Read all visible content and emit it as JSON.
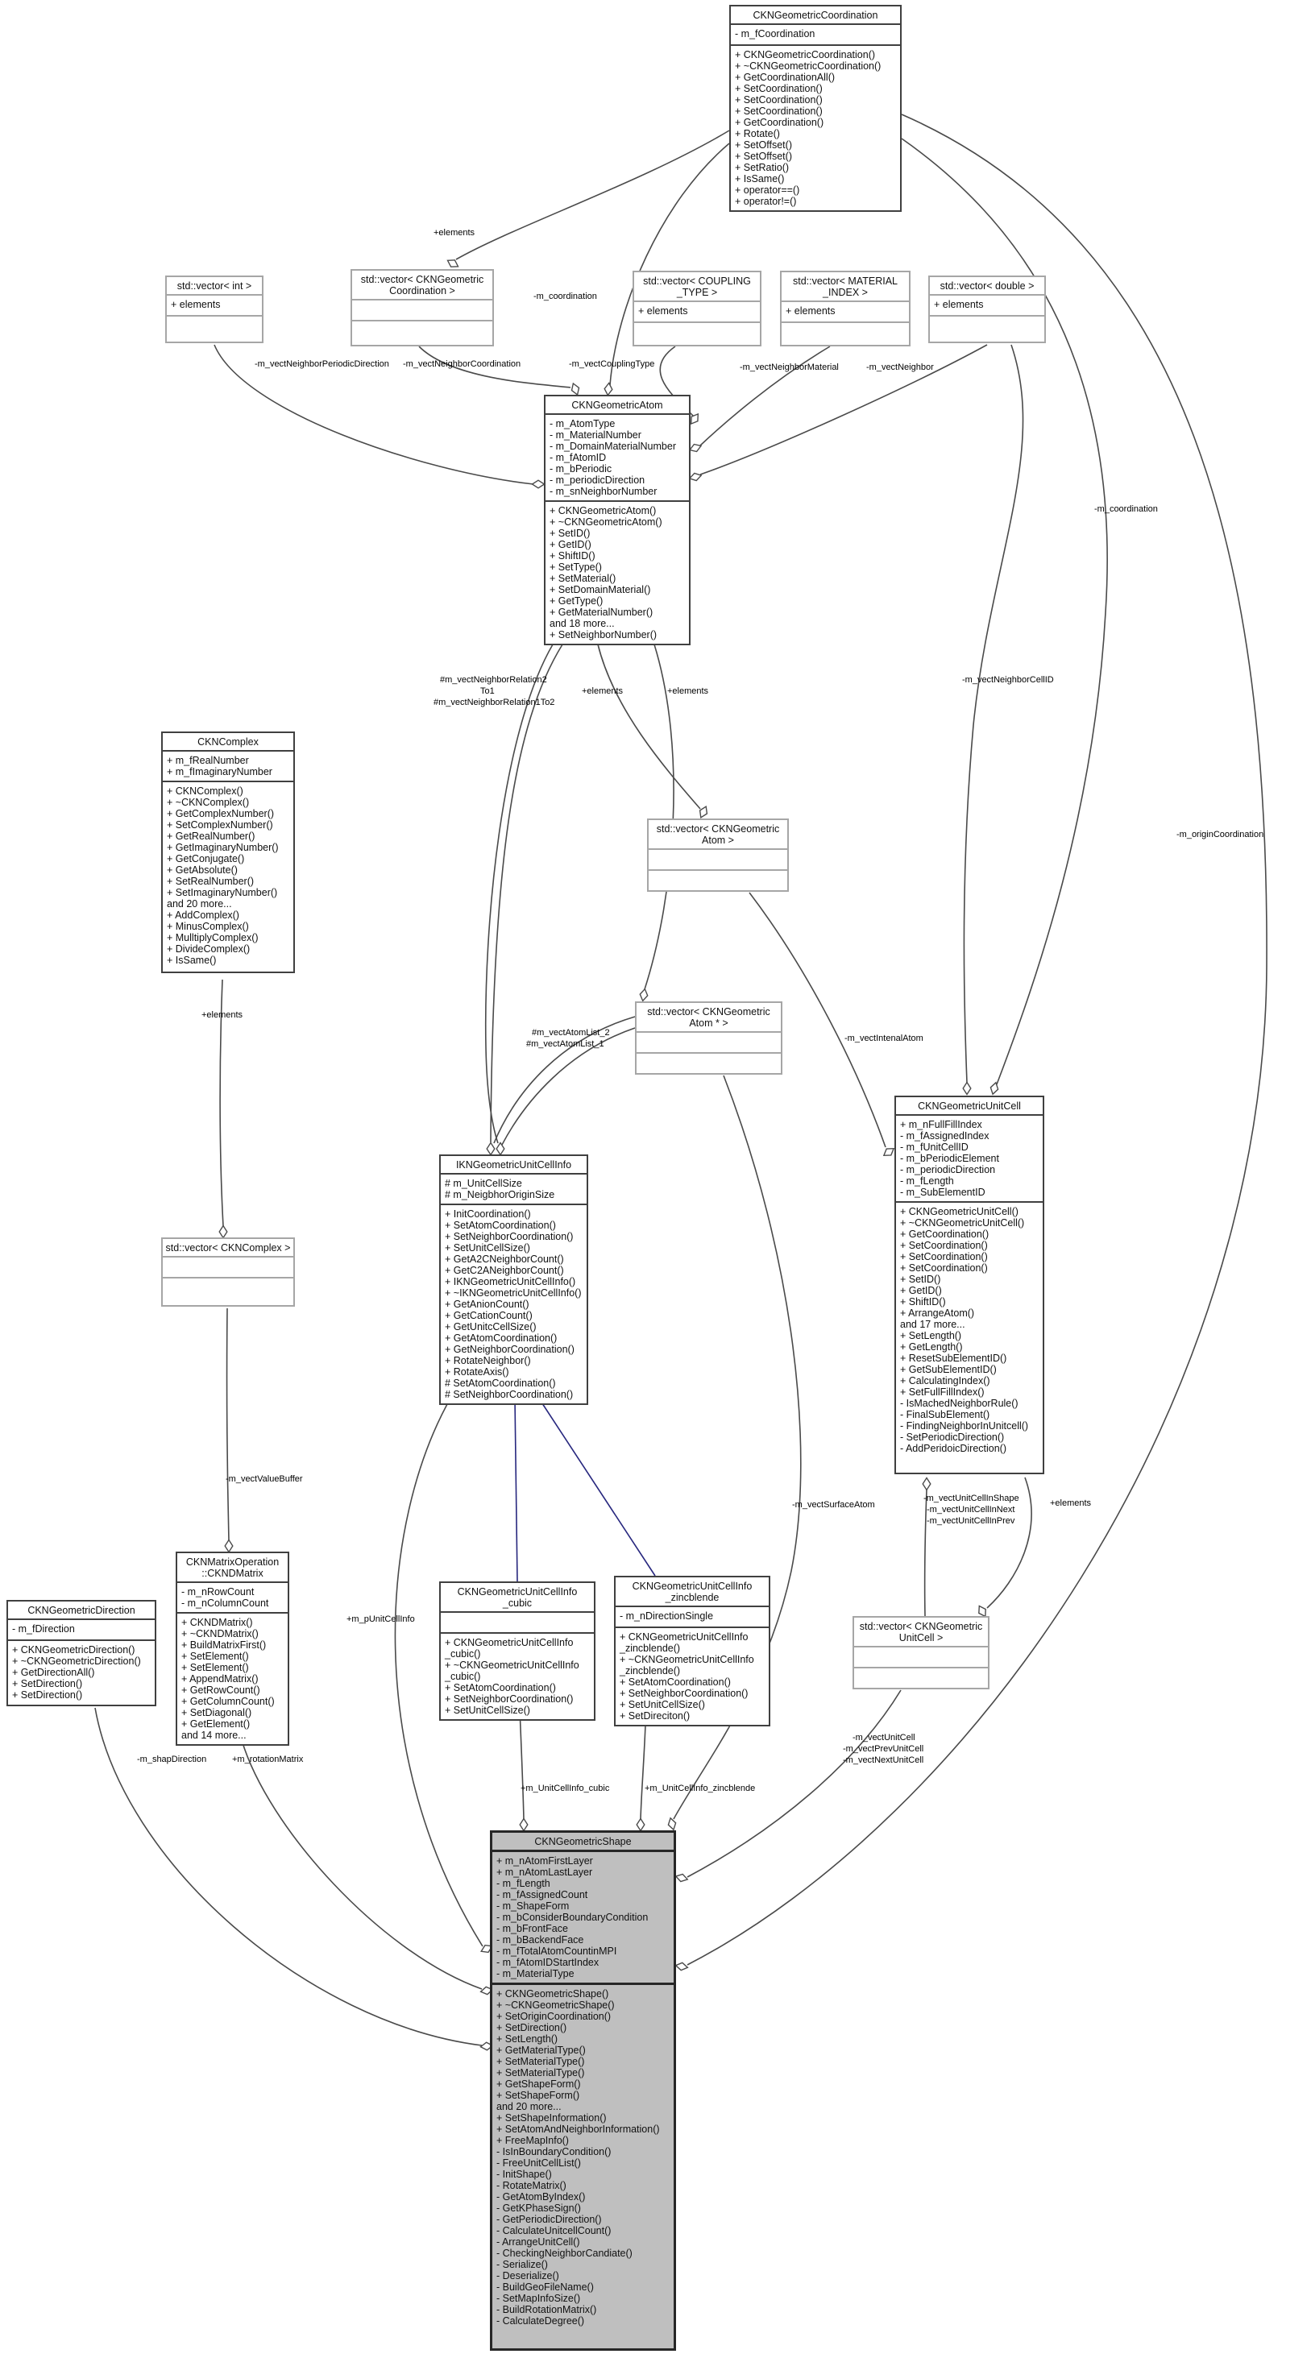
{
  "diagram": {
    "kind": "uml-collaboration-graph",
    "highlighted_class": "CKNGeometricShape"
  },
  "colors": {
    "background": "#ffffff",
    "association_edge": "#4a4a4a",
    "inheritance_edge": "#27277e",
    "class_border": "#404040",
    "template_border": "#a6a6a6",
    "highlight_fill": "#bfbfbf"
  },
  "classes": [
    {
      "id": "coordination",
      "kind": "class",
      "title": [
        "CKNGeometricCoordination"
      ],
      "attributes": [
        "- m_fCoordination"
      ],
      "methods": [
        "+ CKNGeometricCoordination()",
        "+ ~CKNGeometricCoordination()",
        "+ GetCoordinationAll()",
        "+ SetCoordination()",
        "+ SetCoordination()",
        "+ SetCoordination()",
        "+ GetCoordination()",
        "+ Rotate()",
        "+ SetOffset()",
        "+ SetOffset()",
        "+ SetRatio()",
        "+ IsSame()",
        "+ operator==()",
        "+ operator!=()"
      ]
    },
    {
      "id": "vector_int",
      "kind": "template",
      "title": [
        "std::vector< int >"
      ],
      "attributes": [
        "+ elements"
      ],
      "methods": []
    },
    {
      "id": "vector_coordination",
      "kind": "template",
      "title": [
        "std::vector< CKNGeometric",
        "Coordination >"
      ],
      "attributes": [],
      "methods": []
    },
    {
      "id": "vector_coupling",
      "kind": "template",
      "title": [
        "std::vector< COUPLING",
        "_TYPE >"
      ],
      "attributes": [
        "+ elements"
      ],
      "methods": []
    },
    {
      "id": "vector_material",
      "kind": "template",
      "title": [
        "std::vector< MATERIAL",
        "_INDEX >"
      ],
      "attributes": [
        "+ elements"
      ],
      "methods": []
    },
    {
      "id": "vector_double",
      "kind": "template",
      "title": [
        "std::vector< double >"
      ],
      "attributes": [
        "+ elements"
      ],
      "methods": []
    },
    {
      "id": "atom",
      "kind": "class",
      "title": [
        "CKNGeometricAtom"
      ],
      "attributes": [
        "- m_AtomType",
        "- m_MaterialNumber",
        "- m_DomainMaterialNumber",
        "- m_fAtomID",
        "- m_bPeriodic",
        "- m_periodicDirection",
        "- m_snNeighborNumber"
      ],
      "methods": [
        "+ CKNGeometricAtom()",
        "+ ~CKNGeometricAtom()",
        "+ SetID()",
        "+ GetID()",
        "+ ShiftID()",
        "+ SetType()",
        "+ SetMaterial()",
        "+ SetDomainMaterial()",
        "+ GetType()",
        "+ GetMaterialNumber()",
        "and 18 more...",
        "+ SetNeighborNumber()"
      ]
    },
    {
      "id": "complex",
      "kind": "class",
      "title": [
        "CKNComplex"
      ],
      "attributes": [
        "+ m_fRealNumber",
        "+ m_fImaginaryNumber"
      ],
      "methods": [
        "+ CKNComplex()",
        "+ ~CKNComplex()",
        "+ GetComplexNumber()",
        "+ SetComplexNumber()",
        "+ GetRealNumber()",
        "+ GetImaginaryNumber()",
        "+ GetConjugate()",
        "+ GetAbsolute()",
        "+ SetRealNumber()",
        "+ SetImaginaryNumber()",
        "and 20 more...",
        "+ AddComplex()",
        "+ MinusComplex()",
        "+ MulltiplyComplex()",
        "+ DivideComplex()",
        "+ IsSame()"
      ]
    },
    {
      "id": "vector_atom",
      "kind": "template",
      "title": [
        "std::vector< CKNGeometric",
        "Atom >"
      ],
      "attributes": [],
      "methods": []
    },
    {
      "id": "vector_atom_ptr",
      "kind": "template",
      "title": [
        "std::vector< CKNGeometric",
        "Atom * >"
      ],
      "attributes": [],
      "methods": []
    },
    {
      "id": "unitcell",
      "kind": "class",
      "title": [
        "CKNGeometricUnitCell"
      ],
      "attributes": [
        "+ m_nFullFillIndex",
        "- m_fAssignedIndex",
        "- m_fUnitCellID",
        "- m_bPeriodicElement",
        "- m_periodicDirection",
        "- m_fLength",
        "- m_SubElementID"
      ],
      "methods": [
        "+ CKNGeometricUnitCell()",
        "+ ~CKNGeometricUnitCell()",
        "+ GetCoordination()",
        "+ SetCoordination()",
        "+ SetCoordination()",
        "+ SetCoordination()",
        "+ SetID()",
        "+ GetID()",
        "+ ShiftID()",
        "+ ArrangeAtom()",
        "and 17 more...",
        "+ SetLength()",
        "+ GetLength()",
        "+ ResetSubElementID()",
        "+ GetSubElementID()",
        "+ CalculatingIndex()",
        "+ SetFullFillIndex()",
        "- IsMachedNeighborRule()",
        "- FinalSubElement()",
        "- FindingNeighborInUnitcell()",
        "- SetPeriodicDirection()",
        "- AddPeridoicDirection()"
      ]
    },
    {
      "id": "ikn",
      "kind": "class",
      "title": [
        "IKNGeometricUnitCellInfo"
      ],
      "attributes": [
        "# m_UnitCellSize",
        "# m_NeigbhorOriginSize"
      ],
      "methods": [
        "+ InitCoordination()",
        "+ SetAtomCoordination()",
        "+ SetNeighborCoordination()",
        "+ SetUnitCellSize()",
        "+ GetA2CNeighborCount()",
        "+ GetC2ANeighborCount()",
        "+ IKNGeometricUnitCellInfo()",
        "+ ~IKNGeometricUnitCellInfo()",
        "+ GetAnionCount()",
        "+ GetCationCount()",
        "+ GetUnitcCellSize()",
        "+ GetAtomCoordination()",
        "+ GetNeighborCoordination()",
        "+ RotateNeighbor()",
        "+ RotateAxis()",
        "# SetAtomCoordination()",
        "# SetNeighborCoordination()"
      ]
    },
    {
      "id": "vector_complex",
      "kind": "template",
      "title": [
        "std::vector< CKNComplex >"
      ],
      "attributes": [],
      "methods": []
    },
    {
      "id": "direction",
      "kind": "class",
      "title": [
        "CKNGeometricDirection"
      ],
      "attributes": [
        "- m_fDirection"
      ],
      "methods": [
        "+ CKNGeometricDirection()",
        "+ ~CKNGeometricDirection()",
        "+ GetDirectionAll()",
        "+ SetDirection()",
        "+ SetDirection()"
      ]
    },
    {
      "id": "matrix",
      "kind": "class",
      "title": [
        "CKNMatrixOperation",
        "::CKNDMatrix"
      ],
      "attributes": [
        "- m_nRowCount",
        "- m_nColumnCount"
      ],
      "methods": [
        "+ CKNDMatrix()",
        "+ ~CKNDMatrix()",
        "+ BuildMatrixFirst()",
        "+ SetElement()",
        "+ SetElement()",
        "+ AppendMatrix()",
        "+ GetRowCount()",
        "+ GetColumnCount()",
        "+ SetDiagonal()",
        "+ GetElement()",
        "and 14 more..."
      ]
    },
    {
      "id": "cubic",
      "kind": "class",
      "title": [
        "CKNGeometricUnitCellInfo",
        "_cubic"
      ],
      "attributes": [],
      "methods": [
        "+ CKNGeometricUnitCellInfo",
        "_cubic()",
        "+ ~CKNGeometricUnitCellInfo",
        "_cubic()",
        "+ SetAtomCoordination()",
        "+ SetNeighborCoordination()",
        "+ SetUnitCellSize()"
      ]
    },
    {
      "id": "zincblende",
      "kind": "class",
      "title": [
        "CKNGeometricUnitCellInfo",
        "_zincblende"
      ],
      "attributes": [
        "- m_nDirectionSingle"
      ],
      "methods": [
        "+ CKNGeometricUnitCellInfo",
        "_zincblende()",
        "+ ~CKNGeometricUnitCellInfo",
        "_zincblende()",
        "+ SetAtomCoordination()",
        "+ SetNeighborCoordination()",
        "+ SetUnitCellSize()",
        "+ SetDireciton()"
      ]
    },
    {
      "id": "vector_unitcell",
      "kind": "template",
      "title": [
        "std::vector< CKNGeometric",
        "UnitCell >"
      ],
      "attributes": [],
      "methods": []
    },
    {
      "id": "shape",
      "kind": "highlight",
      "title": [
        "CKNGeometricShape"
      ],
      "attributes": [
        "+ m_nAtomFirstLayer",
        "+ m_nAtomLastLayer",
        "- m_fLength",
        "- m_fAssignedCount",
        "- m_ShapeForm",
        "- m_bConsiderBoundaryCondition",
        "- m_bFrontFace",
        "- m_bBackendFace",
        "- m_fTotalAtomCountinMPI",
        "- m_fAtomIDStartIndex",
        "- m_MaterialType"
      ],
      "methods": [
        "+ CKNGeometricShape()",
        "+ ~CKNGeometricShape()",
        "+ SetOriginCoordination()",
        "+ SetDirection()",
        "+ SetLength()",
        "+ GetMaterialType()",
        "+ SetMaterialType()",
        "+ SetMaterialType()",
        "+ GetShapeForm()",
        "+ SetShapeForm()",
        "and 20 more...",
        "+ SetShapeInformation()",
        "+ SetAtomAndNeighborInformation()",
        "+ FreeMapInfo()",
        "- IsInBoundaryCondition()",
        "- FreeUnitCellList()",
        "- InitShape()",
        "- RotateMatrix()",
        "- GetAtomByIndex()",
        "- GetKPhaseSign()",
        "- GetPeriodicDirection()",
        "- CalculateUnitcellCount()",
        "- ArrangeUnitCell()",
        "- CheckingNeighborCandiate()",
        "- Serialize()",
        "- Deserialize()",
        "- BuildGeoFileName()",
        "- SetMapInfoSize()",
        "- BuildRotationMatrix()",
        "- CalculateDegree()"
      ]
    }
  ],
  "edge_labels": [
    {
      "id": "elements-coordvec",
      "text": "+elements"
    },
    {
      "id": "m-coordination-atom",
      "text": "-m_coordination"
    },
    {
      "id": "vect-neighbor-periodic-direction",
      "text": "-m_vectNeighborPeriodicDirection"
    },
    {
      "id": "vect-neighbor-coordination",
      "text": "-m_vectNeighborCoordination"
    },
    {
      "id": "vect-coupling-type",
      "text": "-m_vectCouplingType"
    },
    {
      "id": "vect-neighbor-material",
      "text": "-m_vectNeighborMaterial"
    },
    {
      "id": "vect-neighbor",
      "text": "-m_vectNeighbor"
    },
    {
      "id": "m-coordination-unitcell",
      "text": "-m_coordination"
    },
    {
      "id": "vect-neighbor-cellid",
      "text": "-m_vectNeighborCellID"
    },
    {
      "id": "origin-coordination",
      "text": "-m_originCoordination"
    },
    {
      "id": "neighbor-relation-2to1",
      "text": "#m_vectNeighborRelation2"
    },
    {
      "id": "neighbor-relation-to1",
      "text": "To1"
    },
    {
      "id": "neighbor-relation-1to2",
      "text": "#m_vectNeighborRelation1To2"
    },
    {
      "id": "elements-atomvec",
      "text": "+elements"
    },
    {
      "id": "elements-atomptrvec",
      "text": "+elements"
    },
    {
      "id": "elements-complexvec",
      "text": "+elements"
    },
    {
      "id": "vect-atom-list-2",
      "text": "#m_vectAtomList_2"
    },
    {
      "id": "vect-atom-list-1",
      "text": "#m_vectAtomList_1"
    },
    {
      "id": "vect-intenal-atom",
      "text": "-m_vectIntenalAtom"
    },
    {
      "id": "vect-value-buffer",
      "text": "-m_vectValueBuffer"
    },
    {
      "id": "vect-surface-atom",
      "text": "-m_vectSurfaceAtom"
    },
    {
      "id": "vect-unitcell-in-shape",
      "text": "-m_vectUnitCellInShape"
    },
    {
      "id": "vect-unitcell-in-next",
      "text": "-m_vectUnitCellInNext"
    },
    {
      "id": "vect-unitcell-in-prev",
      "text": "-m_vectUnitCellInPrev"
    },
    {
      "id": "elements-unitcellvec",
      "text": "+elements"
    },
    {
      "id": "p-unitcell-info",
      "text": "+m_pUnitCellInfo"
    },
    {
      "id": "shap-direction",
      "text": "-m_shapDirection"
    },
    {
      "id": "rotation-matrix",
      "text": "+m_rotationMatrix"
    },
    {
      "id": "unitcellinfo-cubic",
      "text": "+m_UnitCellInfo_cubic"
    },
    {
      "id": "unitcellinfo-zincblende",
      "text": "+m_UnitCellInfo_zincblende"
    },
    {
      "id": "vect-unitcell",
      "text": "-m_vectUnitCell"
    },
    {
      "id": "vect-prev-unitcell",
      "text": "-m_vectPrevUnitCell"
    },
    {
      "id": "vect-next-unitcell",
      "text": "-m_vectNextUnitCell"
    }
  ]
}
